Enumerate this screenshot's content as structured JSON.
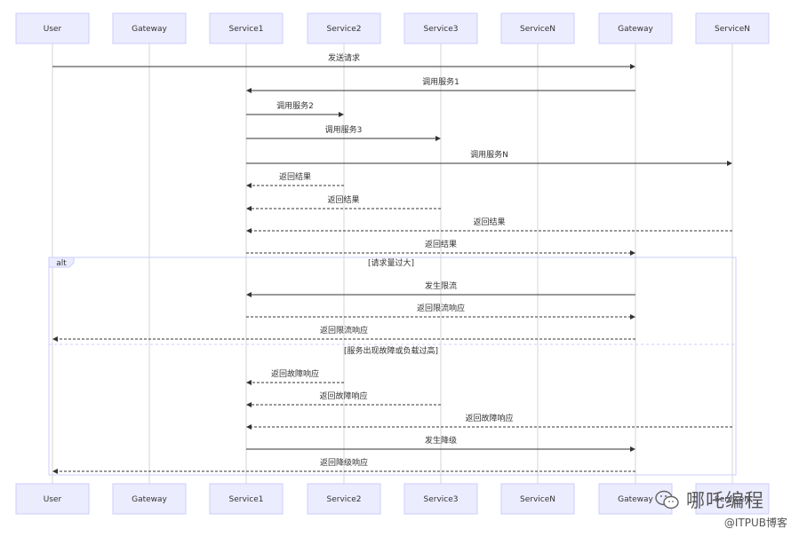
{
  "diagram": {
    "participants": [
      "User",
      "Gateway",
      "Service1",
      "Service2",
      "Service3",
      "ServiceN",
      "Gateway",
      "ServiceN"
    ],
    "messages": [
      {
        "from": 0,
        "to": 6,
        "label": "发送请求",
        "dashed": false
      },
      {
        "from": 6,
        "to": 2,
        "label": "调用服务1",
        "dashed": false
      },
      {
        "from": 2,
        "to": 3,
        "label": "调用服务2",
        "dashed": false
      },
      {
        "from": 2,
        "to": 4,
        "label": "调用服务3",
        "dashed": false
      },
      {
        "from": 2,
        "to": 7,
        "label": "调用服务N",
        "dashed": false
      },
      {
        "from": 3,
        "to": 2,
        "label": "返回结果",
        "dashed": true
      },
      {
        "from": 4,
        "to": 2,
        "label": "返回结果",
        "dashed": true
      },
      {
        "from": 7,
        "to": 2,
        "label": "返回结果",
        "dashed": true
      },
      {
        "from": 2,
        "to": 6,
        "label": "返回结果",
        "dashed": true
      },
      {
        "from": 6,
        "to": 2,
        "label": "发生限流",
        "dashed": false
      },
      {
        "from": 2,
        "to": 6,
        "label": "返回限流响应",
        "dashed": true
      },
      {
        "from": 6,
        "to": 0,
        "label": "返回限流响应",
        "dashed": true
      },
      {
        "from": 3,
        "to": 2,
        "label": "返回故障响应",
        "dashed": true
      },
      {
        "from": 4,
        "to": 2,
        "label": "返回故障响应",
        "dashed": true
      },
      {
        "from": 7,
        "to": 2,
        "label": "返回故障响应",
        "dashed": true
      },
      {
        "from": 2,
        "to": 6,
        "label": "发生降级",
        "dashed": false
      },
      {
        "from": 6,
        "to": 0,
        "label": "返回降级响应",
        "dashed": true
      }
    ],
    "alt": {
      "label": "alt",
      "condition1": "[请求量过大]",
      "condition2": "[服务出现故障或负载过高]"
    }
  },
  "watermark": {
    "title": "哪吒编程",
    "subtitle": "@ITPUB博客"
  },
  "colors": {
    "box_fill": "#ECECFF",
    "box_stroke": "#CCCCFF",
    "line": "#333333",
    "text": "#333333",
    "lifeline": "#CCCCCC"
  }
}
